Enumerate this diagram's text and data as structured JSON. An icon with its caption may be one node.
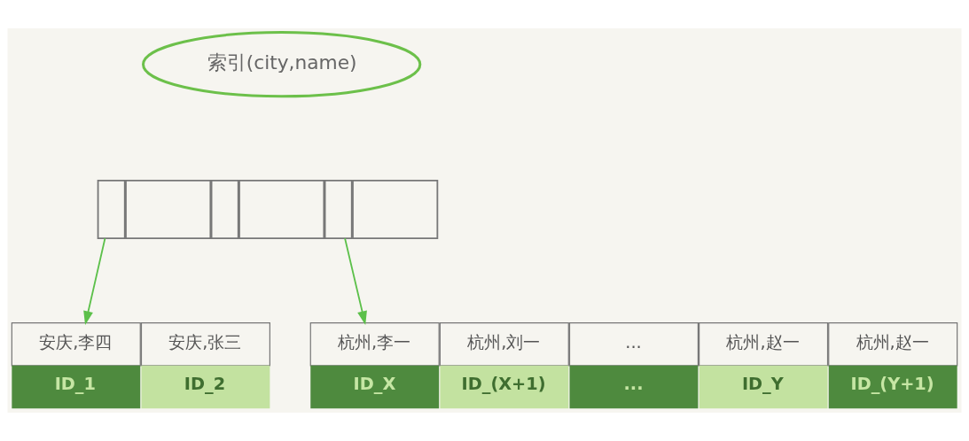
{
  "diagram": {
    "nodes": [
      {
        "text": [
          "索引(city,name)"
        ]
      },
      {
        "text": [],
        "shape": "box"
      },
      {
        "text": [],
        "shape": "box"
      },
      {
        "text": [],
        "shape": "box"
      },
      {
        "text": [],
        "shape": "box"
      },
      {
        "text": [],
        "shape": "box"
      },
      {
        "text": [],
        "shape": "box"
      },
      {
        "text": [
          "安庆,李四",
          "ID_1"
        ]
      },
      {
        "text": [
          "安庆,张三",
          "ID_2"
        ]
      },
      {
        "text": [
          "杭州,李一",
          "ID_X"
        ]
      },
      {
        "text": [
          "杭州,刘一",
          "ID_(X+1)"
        ]
      },
      {
        "text": [
          "...",
          "..."
        ]
      },
      {
        "text": [
          "杭州,赵一",
          "ID_Y"
        ]
      },
      {
        "text": [
          "杭州,赵一",
          "ID_(Y+1)"
        ]
      }
    ],
    "edges": [
      {
        "from": 1,
        "to": 7,
        "arrow": "to"
      },
      {
        "from": 5,
        "to": 9,
        "arrow": "to"
      }
    ]
  }
}
